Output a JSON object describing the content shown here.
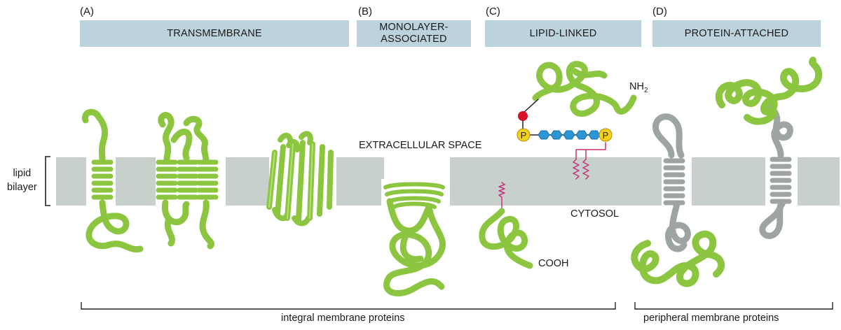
{
  "panels": [
    {
      "letter": "(A)",
      "category": "TRANSMEMBRANE"
    },
    {
      "letter": "(B)",
      "category": "MONOLAYER-ASSOCIATED",
      "category_line1": "MONOLAYER-",
      "category_line2": "ASSOCIATED"
    },
    {
      "letter": "(C)",
      "category": "LIPID-LINKED"
    },
    {
      "letter": "(D)",
      "category": "PROTEIN-ATTACHED"
    }
  ],
  "labels": {
    "extracellular": "EXTRACELLULAR SPACE",
    "cytosol": "CYTOSOL",
    "bilayer_line1": "lipid",
    "bilayer_line2": "bilayer",
    "nh2_main": "NH",
    "nh2_sub": "2",
    "cooh": "COOH",
    "phosphate": "P"
  },
  "brackets": {
    "integral": "integral membrane proteins",
    "peripheral": "peripheral membrane proteins"
  },
  "colors": {
    "protein_green": "#8cc640",
    "protein_gray": "#9ea4a2",
    "bilayer": "#c7d0ca",
    "header_box": "#bcd2dd",
    "sugar_blue": "#2a96d4",
    "phosphate_yellow": "#f5d21a",
    "lipid_tail": "#c8327a",
    "red_group": "#d9102a"
  }
}
